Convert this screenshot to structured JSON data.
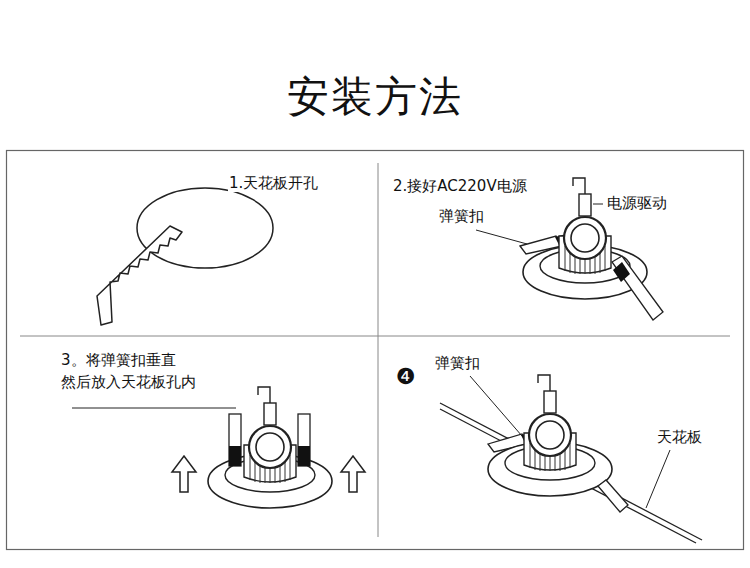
{
  "diagram": {
    "title": "安装方法",
    "labels": [
      "1.天花板开孔",
      "2.接好AC220V电源",
      "电源驱动",
      "弹簧扣",
      "3。将弹簧扣垂直 然后放入天花板孔内",
      "❹",
      "弹簧扣",
      "天花板"
    ]
  }
}
